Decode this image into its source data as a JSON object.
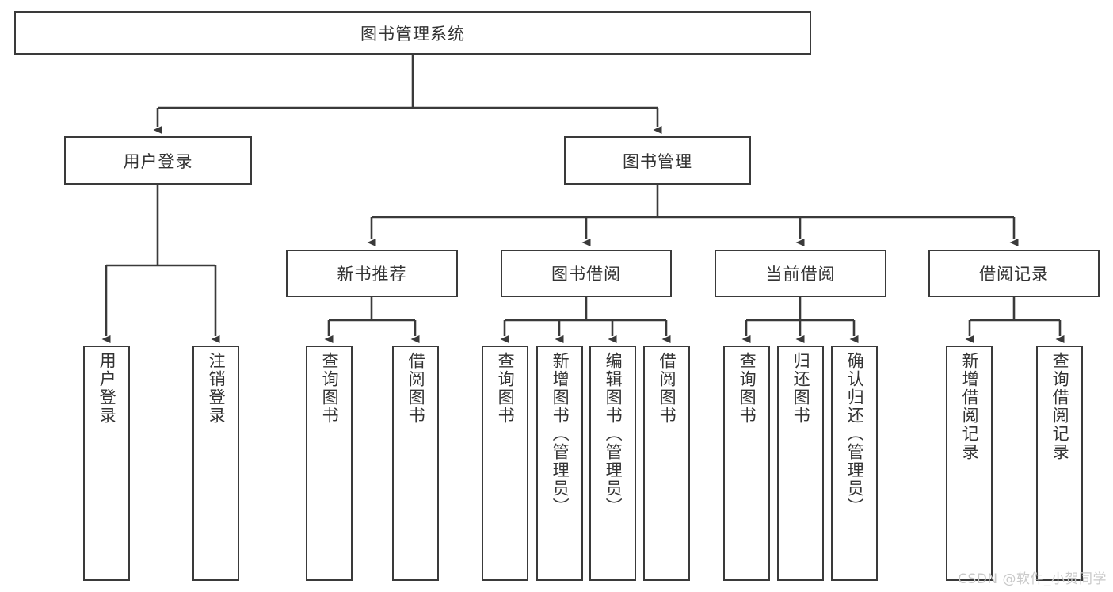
{
  "diagram": {
    "title": "图书管理系统",
    "root": {
      "label": "图书管理系统"
    },
    "level1": [
      {
        "label": "用户登录"
      },
      {
        "label": "图书管理"
      }
    ],
    "level2": [
      {
        "label": "新书推荐"
      },
      {
        "label": "图书借阅"
      },
      {
        "label": "当前借阅"
      },
      {
        "label": "借阅记录"
      }
    ],
    "leaves": {
      "user_login": [
        {
          "label": "用户登录"
        },
        {
          "label": "注销登录"
        }
      ],
      "new_book_recommend": [
        {
          "label": "查询图书"
        },
        {
          "label": "借阅图书"
        }
      ],
      "book_borrow": [
        {
          "label": "查询图书"
        },
        {
          "label": "新增图书（管理员）"
        },
        {
          "label": "编辑图书（管理员）"
        },
        {
          "label": "借阅图书"
        }
      ],
      "current_borrow": [
        {
          "label": "查询图书"
        },
        {
          "label": "归还图书"
        },
        {
          "label": "确认归还（管理员）"
        }
      ],
      "borrow_records": [
        {
          "label": "新增借阅记录"
        },
        {
          "label": "查询借阅记录"
        }
      ]
    }
  },
  "watermark": {
    "text": "CSDN @软件_小贺同学"
  },
  "colors": {
    "border": "#3a3a3a",
    "text": "#333333",
    "background": "#ffffff",
    "watermark": "#c9c9c9"
  }
}
